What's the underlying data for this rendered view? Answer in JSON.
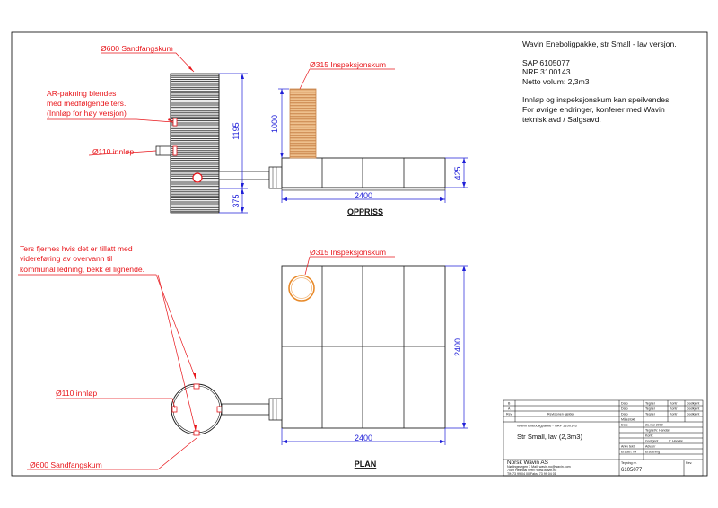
{
  "drawing": {
    "header": "Wavin Eneboligpakke, str Small - lav versjon.",
    "sap": "SAP 6105077",
    "nrf": "NRF 3100143",
    "volume": "Netto volum: 2,3m3",
    "note1": "Innløp og inspeksjonskum kan speilvendes.",
    "note2": "For øvrige endringer, konferer med Wavin",
    "note3": "teknisk avd / Salgsavd."
  },
  "labels": {
    "sandfang_top": "Ø600 Sandfangskum",
    "ar_line1": "AR-pakning blendes",
    "ar_line2": "med medfølgende ters.",
    "ar_line3": "(Innløp for høy versjon)",
    "inlet_top": "Ø110 innløp",
    "insp_top": "Ø315 Inspeksjonskum",
    "ters_line1": "Ters fjernes hvis det er tillatt med",
    "ters_line2": "videreføring av overvann til",
    "ters_line3": "kommunal ledning, bekk el lignende.",
    "insp_plan": "Ø315 Inspeksjonskum",
    "inlet_plan": "Ø110 innløp",
    "sandfang_plan": "Ø600 Sandfangskum"
  },
  "dimensions": {
    "d1195": "1195",
    "d1000": "1000",
    "d375": "375",
    "d425": "425",
    "d2400_elev": "2400",
    "d2400_plan_v": "2400",
    "d2400_plan_h": "2400"
  },
  "views": {
    "elevation": "OPPRISS",
    "plan": "PLAN"
  },
  "title_block": {
    "rev_rows": [
      "B",
      "A"
    ],
    "rev_label": "Rev.",
    "revision_header": "Revisjonen gjelder",
    "dato": "Dato",
    "tegner": "Tegner",
    "kontr": "Kontr",
    "godkj": "Godkjent",
    "product_line": "Wavin Eneboligpakke - NRF 3100143",
    "product_title": "Str Small, lav (2,3m3)",
    "malestokk": "Målestokk",
    "dato_value": "21.mai 2009",
    "tegnet": "Tegnet",
    "tegnet_value": "V. Handal",
    "kontrollert": "Kontr.",
    "godkjent": "Godkjent",
    "godkjent_value": "V. Handal",
    "arkiv": "Arkiv tekt.",
    "arkiv_value": "Advan/",
    "erstatn": "Erstatn. for",
    "erstatn_value": "Erstatning",
    "company": "Norsk Wavin AS",
    "addr1": "Nødingsvegen 3  Mail: wavin.no@wavin.com",
    "addr2": "7089 Heimdal      Web: www.wavin.no",
    "addr3": "Tlf: 73 99 04 00   Faks: 73 99 04 01",
    "tegning_nr_label": "Tegning nr.",
    "tegning_nr": "6105077",
    "rev_short": "Rev."
  },
  "colors": {
    "annotation": "#e8161b",
    "dimension": "#1f1fd8",
    "inspection_pipe": "#f2b67a"
  }
}
